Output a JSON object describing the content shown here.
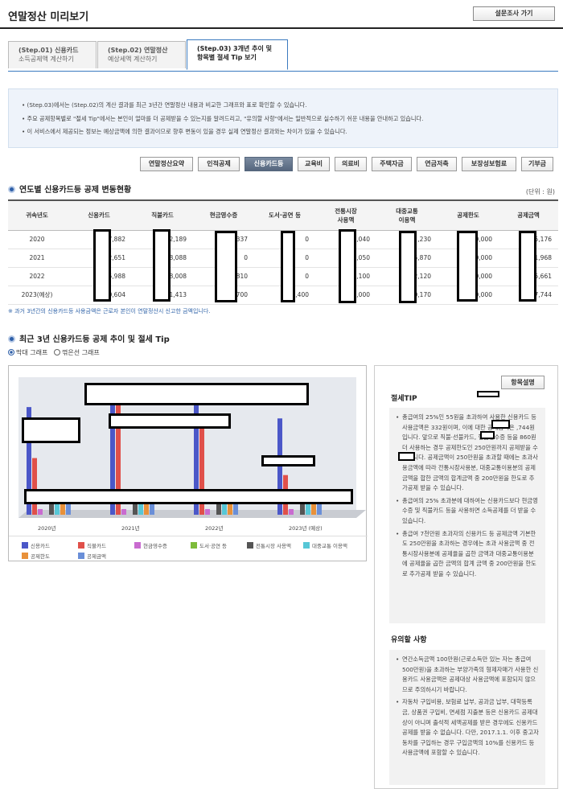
{
  "header": {
    "title": "연말정산 미리보기",
    "survey_label": "설문조사 가기"
  },
  "steps": [
    {
      "line1": "(Step.01) 신용카드",
      "line2": "소득공제액 계산하기",
      "active": false
    },
    {
      "line1": "(Step.02) 연말정산",
      "line2": "예상세액 계산하기",
      "active": false
    },
    {
      "line1": "(Step.03) 3개년 추이 및",
      "line2": "항목별 절세 Tip 보기",
      "active": true
    }
  ],
  "notice": [
    "(Step.03)에서는 (Step.02)의 계산 결과를 최근 3년간 연말정산 내용과 비교한 그래프와 표로 확인할 수 있습니다.",
    "주요 공제항목별로 \"절세 Tip\"에서는 본인이 얼마를 더 공제받을 수 있는지를 알려드리고, \"유의할 사항\"에서는 일반적으로 실수하기 쉬운 내용을 안내하고 있습니다.",
    "이 서비스에서 제공되는 정보는 예상금액에 의한 결과이므로 향후 변동이 있을 경우 실제 연말정산 결과와는 차이가 있을 수 있습니다."
  ],
  "category_tabs": [
    "연말정산요약",
    "인적공제",
    "신용카드등",
    "교육비",
    "의료비",
    "주택자금",
    "연금저축",
    "보장성보험료",
    "기부금"
  ],
  "active_tab": "신용카드등",
  "table_section": {
    "title": "연도별 신용카드등 공제 변동현황",
    "unit": "(단위 : 원)",
    "headers": [
      "귀속년도",
      "신용카드",
      "직불카드",
      "현금영수증",
      "도서·공연 등",
      "전통시장\n사용액",
      "대중교통\n이용액",
      "공제한도",
      "공제금액"
    ],
    "rows": [
      [
        "2020",
        "7,882",
        "2,189",
        "337",
        "0",
        ",040",
        ",230",
        "0,000",
        "5,176"
      ],
      [
        "2021",
        "2,651",
        "8,088",
        "0",
        "0",
        ",050",
        "5,870",
        "0,000",
        "1,968"
      ],
      [
        "2022",
        "5,988",
        "8,008",
        "810",
        "0",
        ",100",
        "2,120",
        "0,000",
        "5,661"
      ],
      [
        "2023(예상)",
        "0,604",
        "1,413",
        "700",
        "0,400",
        ",000",
        "0,170",
        "0,000",
        "7,744"
      ]
    ],
    "footnote": "※ 과거 3년간의 신용카드등 사용금액은 근로자 본인이 연말정산시 신고한 금액입니다."
  },
  "chart_section": {
    "title": "최근 3년 신용카드등 공제 추이 및 절세 Tip",
    "radio_bar": "막대 그래프",
    "radio_line": "꺾은선 그래프",
    "selected": "막대 그래프"
  },
  "chart_data": {
    "type": "bar",
    "categories": [
      "2020년",
      "2021년",
      "2022년",
      "2023년 (예상)"
    ],
    "series": [
      {
        "name": "신용카드",
        "color": "#4b57c8"
      },
      {
        "name": "직불카드",
        "color": "#e0504a"
      },
      {
        "name": "현금영수증",
        "color": "#c96bd0"
      },
      {
        "name": "도서·공연 등",
        "color": "#7dbb3a"
      },
      {
        "name": "전통시장 사용액",
        "color": "#555555"
      },
      {
        "name": "대중교통 이용액",
        "color": "#57c7d6"
      },
      {
        "name": "공제한도",
        "color": "#e8913a"
      },
      {
        "name": "공제금액",
        "color": "#6a8fd8"
      }
    ],
    "approx_values": [
      [
        19,
        10,
        1,
        0,
        3,
        2,
        3,
        3
      ],
      [
        20,
        20,
        1,
        0,
        3,
        3,
        3,
        3
      ],
      [
        20,
        17,
        1,
        0,
        3,
        3,
        3,
        3
      ],
      [
        17,
        7,
        1,
        0,
        3,
        3,
        3,
        3
      ]
    ],
    "ylim": [
      0,
      22
    ],
    "grid": false,
    "legend": "bottom"
  },
  "tips": {
    "button_label": "항목설명",
    "tip_title": "절세TIP",
    "tip_items": [
      "총급여의 25%인      55원을 초과하여 사용한 신용카드 등 사용금액은      332원이며, 이에 대한 공제금액은      ,744원입니다. 앞으로 직불·선불카드, 현금영수증 등을      860원 더 사용하는 경우 공제한도인 250만원까지 공제받을 수 있습니다. 공제금액이 250만원을 초과할 때에는 초과사용금액에 따라 전통시장사용분, 대중교통이용분의 공제금액을 합한 금액의 합계금액 중 200만원을 한도로 추가공제 받을 수 있습니다.",
      "총급여의 25% 초과분에 대하여는 신용카드보다 현금영수증 및 직불카드 등을 사용하면 소득공제를 더 받을 수 있습니다.",
      "총급여 7천만원 초과자의 신용카드 등 공제금액 기본한도 250만원을 초과하는 경우에는 초과 사용금액 중 전통시장사용분에 공제율을 곱한 금액과 대중교통이용분에 공제율을 곱한 금액의 합계 금액 중 200만원을 한도로 추가공제 받을 수 있습니다."
    ],
    "caution_title": "유의할 사항",
    "caution_items": [
      "연간소득금액 100만원(근로소득만 있는 자는 총급여 500만원)을 초과하는 부양가족의 형제자매가 사용한 신용카드 사용금액은 공제대상 사용금액에 포함되지 않으므로 주의하시기 바랍니다.",
      "자동차 구입비용, 보험료 납부, 공과금 납부, 대학등록금, 상품권 구입비, 면세점 지출분 등은 신용카드 공제대상이 아니며 출석적 세액공제를 받은 경우에도 신용카드 공제를 받을 수 없습니다. 다만, 2017.1.1. 이후 중고자동차를 구입하는 경우 구입금액의 10%를 신용카드 등 사용금액에 포함할 수 있습니다."
    ]
  }
}
